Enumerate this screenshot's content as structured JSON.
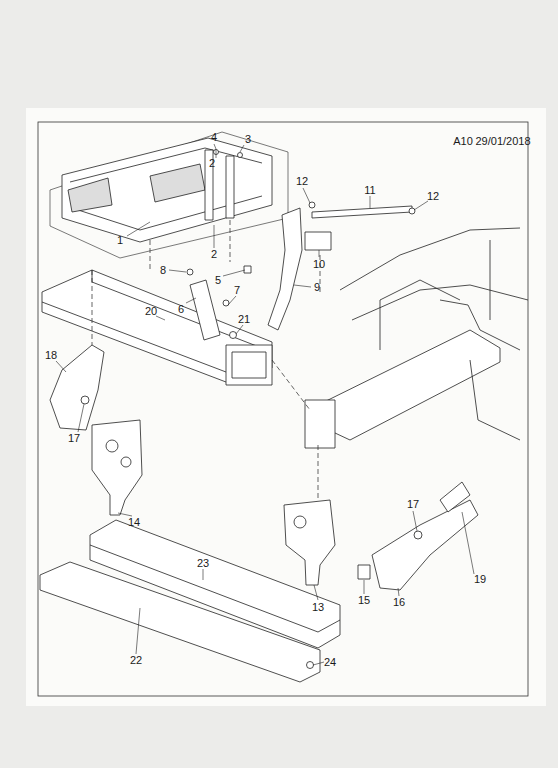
{
  "diagram": {
    "labels": [
      "A10",
      "29/01/2018",
      "1",
      "2",
      "2",
      "3",
      "4",
      "5",
      "6",
      "7",
      "8",
      "9",
      "10",
      "11",
      "12",
      "12",
      "13",
      "14",
      "15",
      "16",
      "17",
      "17",
      "18",
      "19",
      "20",
      "21",
      "22",
      "23",
      "24"
    ]
  }
}
